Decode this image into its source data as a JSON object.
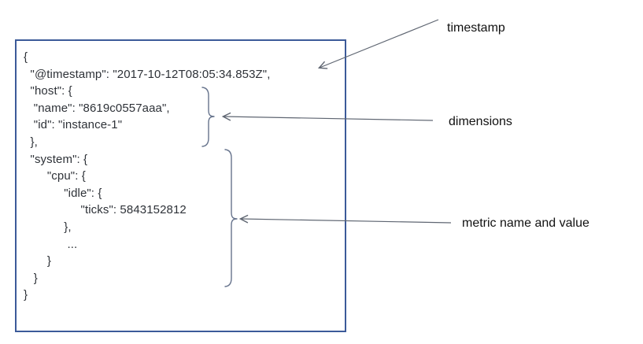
{
  "codeblock": {
    "lines": [
      "{",
      "  \"@timestamp\": \"2017-10-12T08:05:34.853Z\",",
      "  \"host\": {",
      "   \"name\": \"8619c0557aaa\",",
      "   \"id\": \"instance-1\"",
      "  },",
      "  \"system\": {",
      "       \"cpu\": {",
      "            \"idle\": {",
      "                 \"ticks\": 5843152812",
      "            },",
      "             ...",
      "       }",
      "   }",
      "}"
    ]
  },
  "annotations": {
    "timestamp": {
      "label": "timestamp"
    },
    "dimensions": {
      "label": "dimensions"
    },
    "metric": {
      "label": "metric name and value"
    }
  },
  "colors": {
    "box_border": "#3C5A99",
    "arrow": "#5F6672",
    "brace": "#66738C",
    "code_text": "#2E3238",
    "label_text": "#111111"
  }
}
